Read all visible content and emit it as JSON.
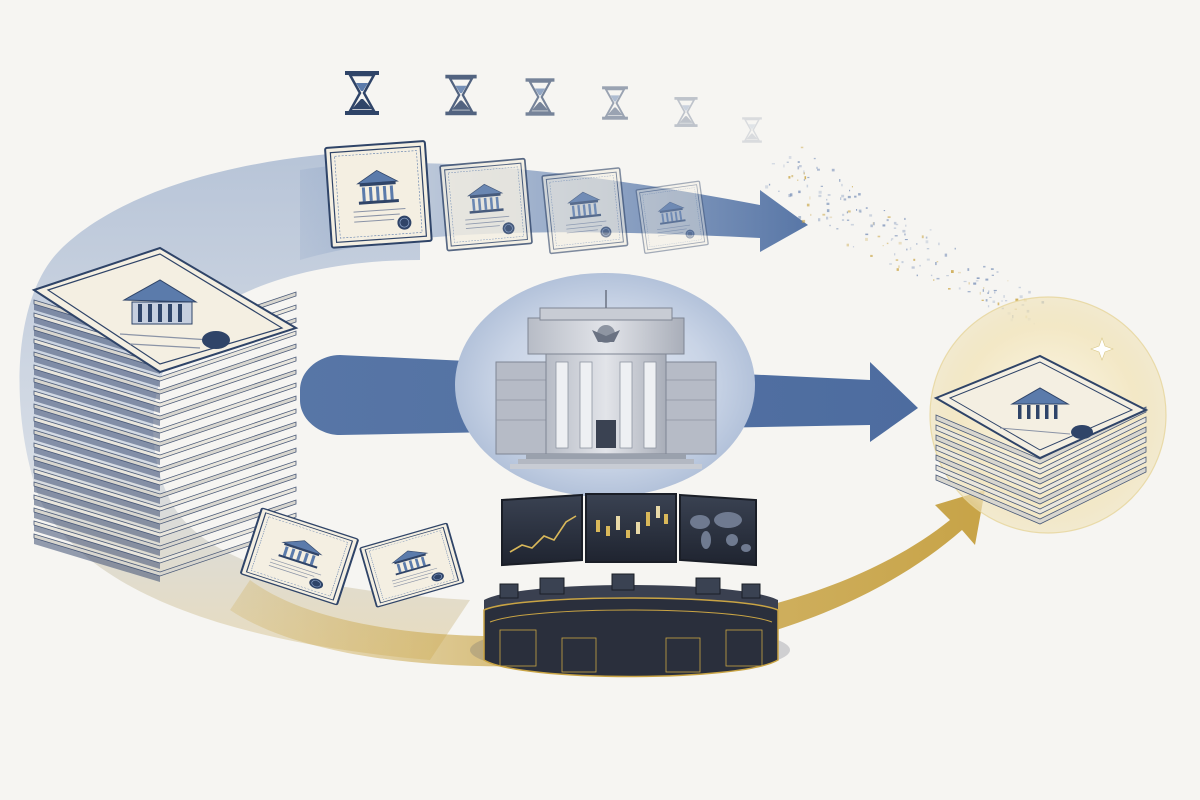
{
  "colors": {
    "background": "#f6f5f2",
    "blue_flow": "#5b7bab",
    "blue_light": "#c9d4e6",
    "gold_flow": "#c9a444",
    "gold_light": "#efe2b8",
    "navy": "#2f4468",
    "paper": "#f4efe2",
    "console_dark": "#2a2f3c",
    "gold_trim": "#c9a444"
  },
  "icons": {
    "hourglass": "hourglass-icon",
    "certificate": "bond-certificate-icon",
    "building": "central-bank-building-icon",
    "trading_desk": "trading-desk-icon",
    "world_map": "world-map-icon"
  },
  "hourglasses": [
    {
      "fade": 1.0
    },
    {
      "fade": 0.82
    },
    {
      "fade": 0.64
    },
    {
      "fade": 0.46
    },
    {
      "fade": 0.28
    },
    {
      "fade": 0.14
    }
  ],
  "top_certificates": [
    {
      "fade": 1.0
    },
    {
      "fade": 0.8
    },
    {
      "fade": 0.6
    },
    {
      "fade": 0.42
    }
  ],
  "bottom_certificates": [
    {
      "fade": 1.0
    },
    {
      "fade": 1.0
    }
  ]
}
